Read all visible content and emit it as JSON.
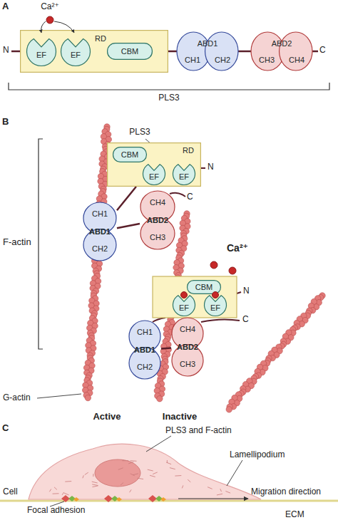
{
  "diagram": {
    "nodes": [
      {
        "text": [
          "RD"
        ]
      },
      {
        "text": [
          "EF"
        ],
        "in": 0
      },
      {
        "text": [
          "EF"
        ],
        "in": 0
      },
      {
        "text": [
          "CBM"
        ],
        "in": 0
      },
      {
        "text": [
          "ABD1",
          "CH1",
          "CH2"
        ]
      },
      {
        "text": [
          "ABD2",
          "CH3",
          "CH4"
        ]
      },
      {
        "text": [
          "RD"
        ]
      },
      {
        "text": [
          "CBM"
        ],
        "in": 6
      },
      {
        "text": [
          "EF"
        ],
        "in": 6
      },
      {
        "text": [
          "EF"
        ],
        "in": 6
      },
      {
        "text": [
          "CH1",
          "ABD1",
          "CH2"
        ]
      },
      {
        "text": [
          "CH4",
          "ABD2",
          "CH3"
        ]
      },
      {
        "text": [
          "CBM"
        ]
      },
      {
        "text": [
          "EF"
        ]
      },
      {
        "text": [
          "EF"
        ]
      },
      {
        "text": [
          "CH1",
          "ABD1",
          "CH2"
        ]
      },
      {
        "text": [
          "CH4",
          "ABD2",
          "CH3"
        ]
      }
    ],
    "edges": [
      {
        "from": 0,
        "to": 4,
        "arrow": "none"
      },
      {
        "from": 4,
        "to": 5,
        "arrow": "none"
      },
      {
        "from": 6,
        "to": 10,
        "arrow": "none"
      },
      {
        "from": 10,
        "to": 11,
        "arrow": "none"
      },
      {
        "from": 15,
        "to": 16,
        "arrow": "none"
      }
    ],
    "labels": [
      "A",
      "Ca²⁺",
      "N",
      "C",
      "PLS3",
      "B",
      "PLS3",
      "F-actin",
      "N",
      "C",
      "Ca²⁺",
      "N",
      "C",
      "G-actin",
      "Active",
      "Inactive",
      "C",
      "PLS3 and F-actin",
      "Lamellipodium",
      "Cell",
      "Migration direction",
      "Focal adhesion",
      "ECM"
    ]
  }
}
